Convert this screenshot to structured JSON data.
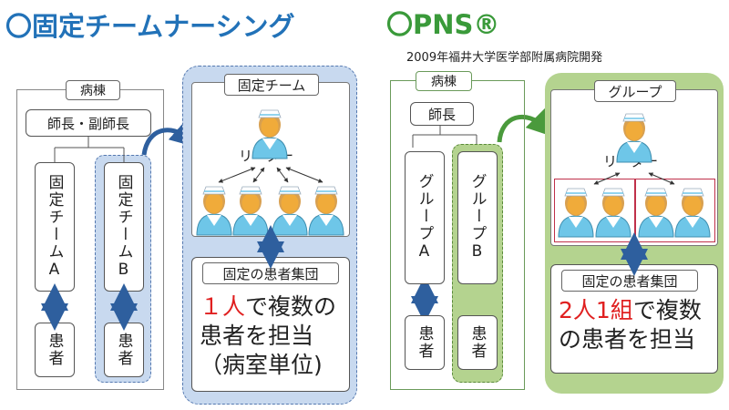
{
  "header": {
    "left_title": "〇固定チームナーシング",
    "right_title": "〇PNS®",
    "subtitle": "2009年福井大学医学部附属病院開発"
  },
  "left_panel": {
    "ward_label": "病棟",
    "head_nurse": "師長・副師長",
    "team_a": "固定チームA",
    "team_b": "固定チームB",
    "patient_a": "患者",
    "patient_b": "患者",
    "team_title": "固定チーム",
    "leader": "リーダー",
    "patient_group": "固定の患者集団",
    "desc_highlight": "１人",
    "desc_line1_rest": "で複数の",
    "desc_line2": "患者を担当",
    "desc_line3": "（病室単位)"
  },
  "right_panel": {
    "ward_label": "病棟",
    "head_nurse": "師長",
    "group_a": "グループA",
    "group_b": "グループB",
    "patient_a": "患者",
    "patient_b": "患者",
    "group_title": "グループ",
    "leader": "リーダー",
    "patient_group": "固定の患者集団",
    "desc_highlight": "2人1組",
    "desc_line1_rest": "で複数",
    "desc_line2": "の患者を担当"
  },
  "colors": {
    "title_blue": "#2272b8",
    "title_green": "#3a9a3a",
    "panel_blue": "#c8d9ef",
    "panel_green": "#b4d38f",
    "highlight_red": "#e02020",
    "arrow_blue": "#2e5f9e",
    "arrow_green": "#4a9a3c"
  }
}
